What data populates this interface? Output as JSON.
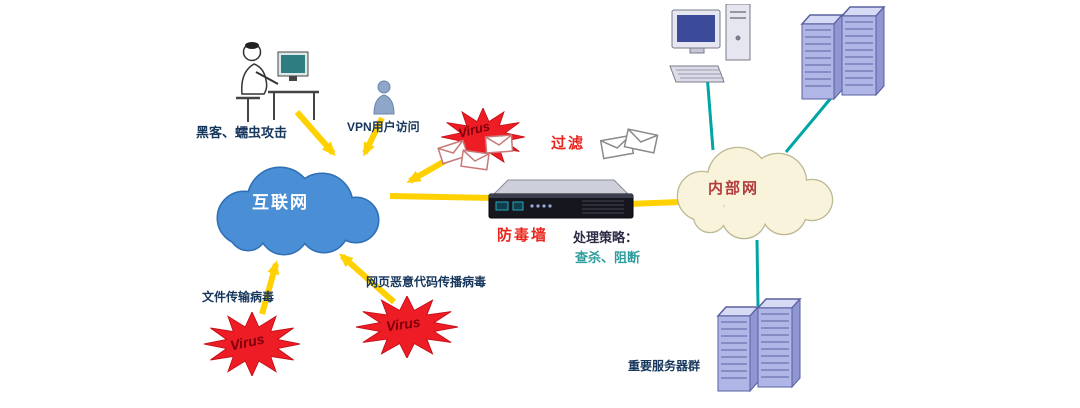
{
  "diagram": {
    "labels": {
      "hacker": "黑客、蠕虫攻击",
      "vpn": "VPN用户访问",
      "internet": "互联网",
      "filter": "过滤",
      "firewall": "防毒墙",
      "strategy_title": "处理策略：",
      "strategy_actions": "查杀、阻断",
      "file_virus": "文件传输病毒",
      "web_virus": "网页恶意代码传播病毒",
      "intranet": "内部网",
      "servers": "重要服务器群",
      "virus": "Virus"
    },
    "colors": {
      "internet_cloud": "#4a8ed5",
      "intranet_cloud": "#f8f3da",
      "virus_star": "#ee1c25",
      "virus_text": "#7d000a",
      "arrow_yellow": "#ffd100",
      "link_teal": "#00a5a5",
      "label_dark_blue": "#16365c",
      "label_red": "#e8241c",
      "strategy_teal": "#2f9d9d",
      "intranet_label": "#b03c3c"
    },
    "icons": {
      "hacker-workstation-icon": "person-at-computer",
      "vpn-user-icon": "person-silhouette",
      "virus-burst-icon": "12-point-starburst",
      "email-icon": "envelope",
      "firewall-appliance-icon": "rack-appliance",
      "desktop-pc-icon": "desktop-computer",
      "server-rack-icon": "server-towers",
      "internet-cloud-icon": "cloud",
      "intranet-cloud-icon": "cloud"
    }
  }
}
